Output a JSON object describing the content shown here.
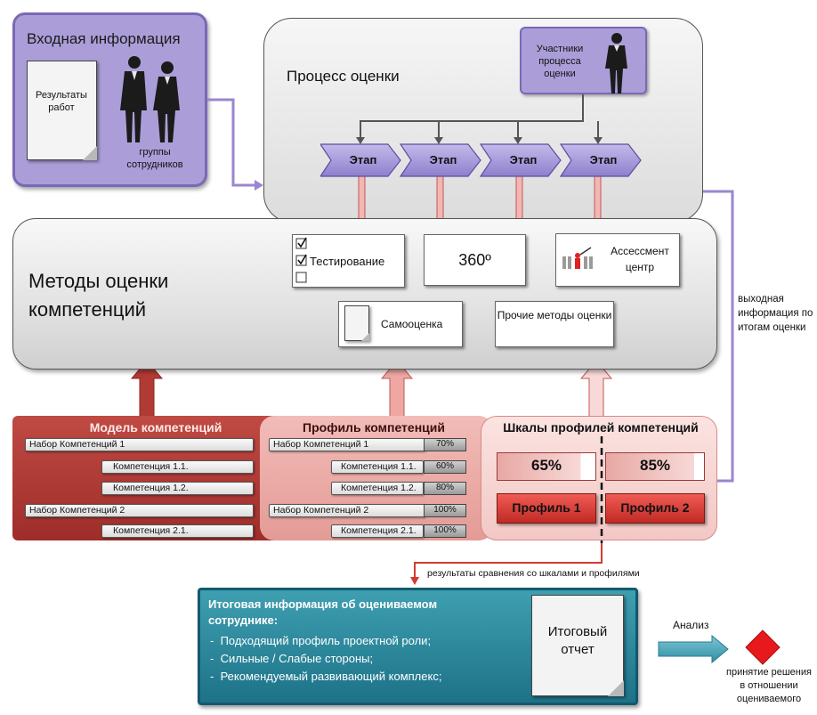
{
  "input": {
    "title": "Входная информация",
    "doc_label": "Результаты работ",
    "people_label": "группы сотрудников"
  },
  "process": {
    "title": "Процесс оценки",
    "participants": "Участники процесса оценки",
    "stages": [
      "Этап",
      "Этап",
      "Этап",
      "Этап"
    ]
  },
  "methods": {
    "title": "Методы оценки компетенций",
    "testing": "Тестирование",
    "degree360": "360º",
    "assessment": "Ассессмент центр",
    "self": "Самооценка",
    "other": "Прочие методы оценки"
  },
  "output_label": "выходная информация по итогам оценки",
  "model": {
    "title": "Модель компетенций",
    "items": [
      "Набор Компетенций 1",
      "Компетенция 1.1.",
      "Компетенция 1.2.",
      "Набор Компетенций 2",
      "Компетенция 2.1."
    ]
  },
  "profile": {
    "title": "Профиль компетенций",
    "items": [
      "Набор Компетенций 1",
      "Компетенция 1.1.",
      "Компетенция 1.2.",
      "Набор Компетенций 2",
      "Компетенция 2.1."
    ],
    "values": [
      "70%",
      "60%",
      "80%",
      "100%",
      "100%"
    ]
  },
  "scales": {
    "title": "Шкалы профилей компетенций",
    "values": [
      "65%",
      "85%"
    ],
    "profiles": [
      "Профиль 1",
      "Профиль 2"
    ]
  },
  "comparison_label": "результаты сравнения со шкалами и профилями",
  "summary": {
    "title": "Итоговая информация об оцениваемом сотруднике:",
    "bullets": [
      "Подходящий профиль проектной роли;",
      "Сильные / Слабые стороны;",
      "Рекомендуемый развивающий комплекс;"
    ],
    "report": "Итоговый отчет"
  },
  "analysis": {
    "label": "Анализ",
    "decision": "принятие решения в отношении оцениваемого"
  },
  "colors": {
    "purple": "#ab9ed8",
    "dark_red": "#b23a35",
    "pink": "#e8a6a2",
    "light_pink": "#f6d6d4",
    "teal": "#2a8aa0",
    "red_diamond": "#e8191c"
  }
}
